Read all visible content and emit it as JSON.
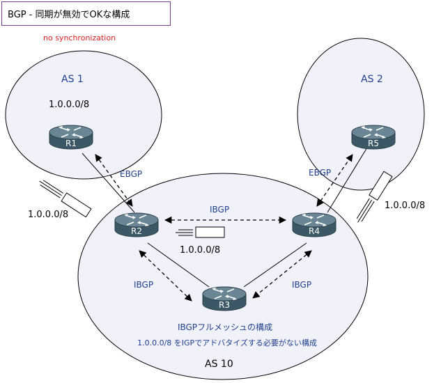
{
  "title": "BGP - 同期が無効でOKな構成",
  "subtitle": "no synchronization",
  "as_labels": {
    "as1": "AS 1",
    "as2": "AS 2",
    "as10": "AS 10"
  },
  "prefix": "1.0.0.0/8",
  "routers": {
    "r1": "R1",
    "r2": "R2",
    "r3": "R3",
    "r4": "R4",
    "r5": "R5"
  },
  "sessions": {
    "ebgp_left": "EBGP",
    "ebgp_right": "EBGP",
    "ibgp_r2_r4": "IBGP",
    "ibgp_r2_r3": "IBGP",
    "ibgp_r4_r3": "IBGP"
  },
  "prefix_labels": {
    "as1": "1.0.0.0/8",
    "left": "1.0.0.0/8",
    "middle": "1.0.0.0/8",
    "right": "1.0.0.0/8"
  },
  "notes": {
    "line1": "IBGPフルメッシュの構成",
    "line2": "1.0.0.0/8 をIGPでアドバタイズする必要がない構成"
  },
  "colors": {
    "ellipse_fill": "#f1f1fa",
    "router_top": "#6a8694",
    "router_side": "#3c5866",
    "label_blue": "#1f3f8f",
    "title_border": "#7a3d96",
    "subtitle_red": "#e02020"
  }
}
